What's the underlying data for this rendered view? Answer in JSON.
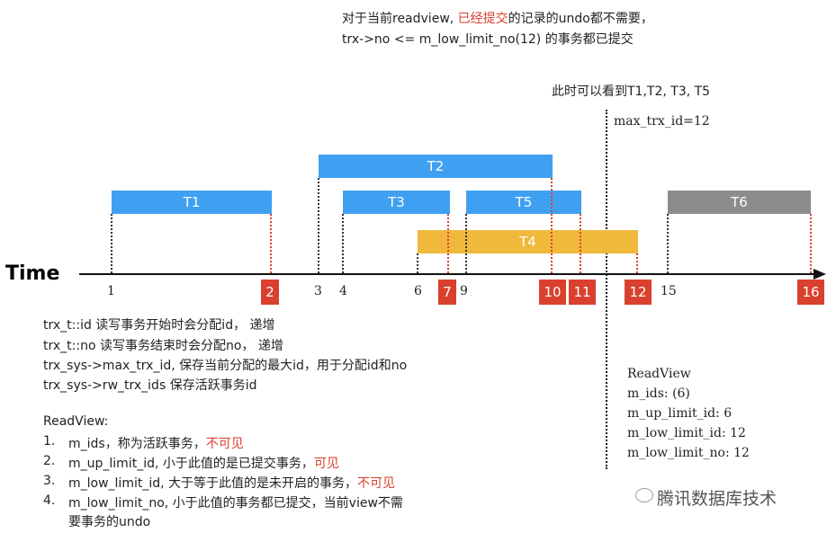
{
  "notes": {
    "top_line1_pre": "对于当前readview, ",
    "top_line1_red": "已经提交",
    "top_line1_post": "的记录的undo都不需要，",
    "top_line2": "trx->no <= m_low_limit_no(12) 的事务都已提交",
    "visible_note": "此时可以看到T1,T2, T3, T5",
    "max_trx_id": "max_trx_id=12"
  },
  "bars": [
    {
      "label": "T1",
      "start": 1,
      "end": 2,
      "color": "blue"
    },
    {
      "label": "T2",
      "start": 3,
      "end": 10,
      "color": "blue"
    },
    {
      "label": "T3",
      "start": 4,
      "end": 7,
      "color": "blue"
    },
    {
      "label": "T5",
      "start": 9,
      "end": 11,
      "color": "blue"
    },
    {
      "label": "T4",
      "start": 6,
      "end": 12,
      "color": "yellow"
    },
    {
      "label": "T6",
      "start": 15,
      "end": 16,
      "color": "gray"
    }
  ],
  "axis": {
    "label": "Time"
  },
  "ticks_plain": [
    "1",
    "3",
    "4",
    "6",
    "9",
    "15"
  ],
  "ticks_red": [
    "2",
    "7",
    "10",
    "11",
    "12",
    "16"
  ],
  "legend": {
    "l1": "trx_t::id   读写事务开始时会分配id， 递增",
    "l2": "trx_t::no  读写事务结束时会分配no， 递增",
    "l3": "trx_sys->max_trx_id, 保存当前分配的最大id，用于分配id和no",
    "l4": "trx_sys->rw_trx_ids  保存活跃事务id"
  },
  "readview_left": {
    "title": "ReadView:",
    "i1_num": "1.",
    "i1_text": "m_ids，称为活跃事务，",
    "i1_red": "不可见",
    "i2_num": "2.",
    "i2_text": "m_up_limit_id, 小于此值的是已提交事务，",
    "i2_red": "可见",
    "i3_num": "3.",
    "i3_text": "m_low_limit_id, 大于等于此值的是未开启的事务，",
    "i3_red": "不可见",
    "i4_num": "4.",
    "i4_red_a": "m_low_limit_no, 小于此值的事务都已提交，当前view不需",
    "i4_red_b": "要事务的undo"
  },
  "readview_right": {
    "title": "ReadView",
    "m_ids": "m_ids: (6)",
    "m_up": "m_up_limit_id: 6",
    "m_low": "m_low_limit_id: 12",
    "m_low_no": "m_low_limit_no: 12"
  },
  "watermark": "腾讯数据库技术",
  "colors": {
    "blue": "#3fa0f2",
    "yellow": "#f0b93c",
    "gray": "#8c8c8c",
    "red": "#d9412e"
  }
}
